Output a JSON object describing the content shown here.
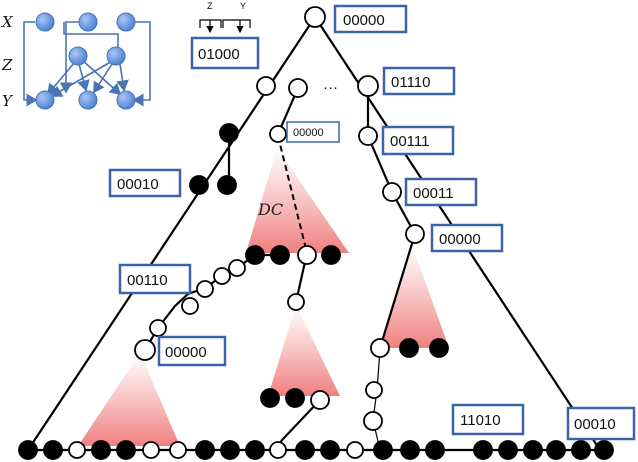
{
  "labels": {
    "top": "00000",
    "right1": "01110",
    "right2": "00111",
    "right3": "00011",
    "right4": "00000",
    "left1": "00010",
    "left2": "00110",
    "left3": "00000",
    "inner_small": "00000",
    "bottom_right1": "11010",
    "bottom_right2": "00010",
    "network_code": "01000",
    "network_z": "Z",
    "network_y": "Y",
    "dots": "···",
    "dc": "DC"
  },
  "network": {
    "row_labels": [
      "X",
      "Z",
      "Y"
    ]
  },
  "colors": {
    "box_border": "#3b64a8",
    "node_blue": "#5b8ee0",
    "triangle_fill": "#f08080"
  }
}
